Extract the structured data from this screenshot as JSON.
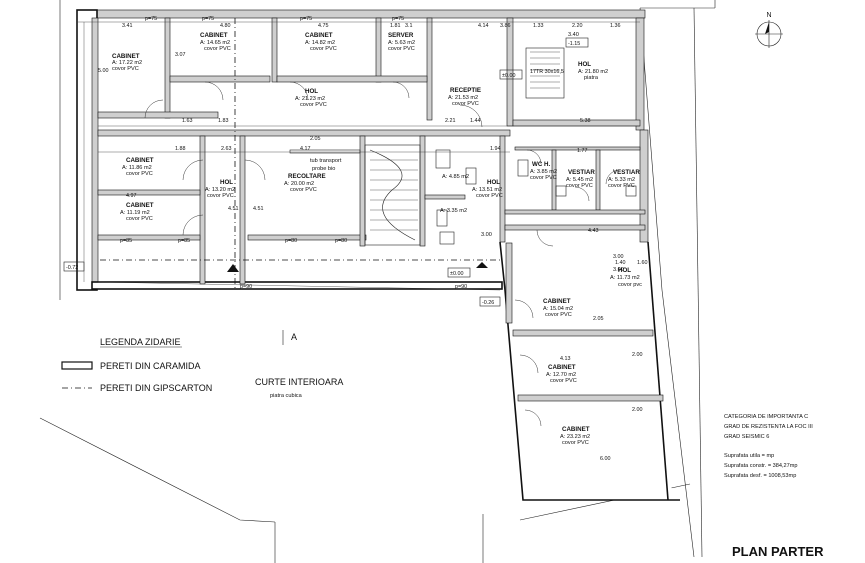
{
  "title": "PLAN PARTER",
  "north_label": "N",
  "section_marker": "A",
  "legend": {
    "heading": "LEGENDA ZIDARIE",
    "items": [
      {
        "label": "PERETI DIN CARAMIDA"
      },
      {
        "label": "PERETI DIN GIPSCARTON"
      }
    ]
  },
  "courtyard": {
    "name": "CURTE INTERIOARA",
    "surface": "piatra cubica"
  },
  "specs": {
    "line1": "CATEGORIA DE IMPORTANTA C",
    "line2": "GRAD DE REZISTENTA LA FOC  III",
    "line3": "GRAD SEISMIC  6",
    "line4": "Suprafata utila =  mp",
    "line5": "Suprafata constr. = 384,27mp",
    "line6": "Suprafata desf. =  1008,53mp"
  },
  "rooms": [
    {
      "name": "CABINET",
      "area": "A: 17.22 m2",
      "floor": "covor PVC"
    },
    {
      "name": "CABINET",
      "area": "A: 14.65 m2",
      "floor": "covor PVC"
    },
    {
      "name": "CABINET",
      "area": "A: 14.82 m2",
      "floor": "covor PVC"
    },
    {
      "name": "SERVER",
      "area": "A: 5.63 m2",
      "floor": "covor PVC"
    },
    {
      "name": "HOL",
      "area": "A: 21.23 m2",
      "floor": "covor PVC"
    },
    {
      "name": "RECEPTIE",
      "area": "A: 21.53 m2",
      "floor": "covor PVC"
    },
    {
      "name": "HOL",
      "area": "A: 21.80 m2",
      "floor": "piatra"
    },
    {
      "name": "CABINET",
      "area": "A: 11.86 m2",
      "floor": "covor PVC"
    },
    {
      "name": "CABINET",
      "area": "A: 11.19 m2",
      "floor": "covor PVC"
    },
    {
      "name": "HOL",
      "area": "A: 13.20 m2",
      "floor": "covor PVC"
    },
    {
      "name": "RECOLTARE",
      "area": "A: 20.00 m2",
      "floor": "covor PVC"
    },
    {
      "name": "HOL",
      "area": "A: 13.51 m2",
      "floor": "covor PVC"
    },
    {
      "name": "WC H.",
      "area": "A: 3.85 m2",
      "floor": "covor PVC"
    },
    {
      "name": "VESTIAR",
      "area": "A: 5.45 m2",
      "floor": "covor PVC"
    },
    {
      "name": "VESTIAR",
      "area": "A: 5.33 m2",
      "floor": "covor PVC"
    },
    {
      "name": "HOL",
      "area": "A: 11.73 m2",
      "floor": "covor pvc"
    },
    {
      "name": "CABINET",
      "area": "A: 15.04 m2",
      "floor": "covor PVC"
    },
    {
      "name": "CABINET",
      "area": "A: 12.70 m2",
      "floor": "covor PVC"
    },
    {
      "name": "CABINET",
      "area": "A: 23.23 m2",
      "floor": "covor PVC"
    }
  ],
  "small_areas": {
    "a": "A: 4.85 m2",
    "b": "A: 3.35 m2"
  },
  "annotations": {
    "tub": "tub transport",
    "probe": "probe bio"
  },
  "levels": {
    "l0": "±0.00",
    "l1": "±0.00",
    "l2": "-0.72",
    "l3": "-0.26",
    "l4": "-1.15",
    "l5": "3.40",
    "l6": "3.00",
    "l7": "3.00"
  },
  "stair_note": "17TR 30x16,5",
  "dims": {
    "d1": "3.41",
    "d2": "p=75",
    "d3": "4.80",
    "d4": "p=75",
    "d5": "4.75",
    "d6": "p=75",
    "d7": "1.81",
    "d8": "3.1",
    "d9": "p=75",
    "d10": "4.14",
    "d11": "3.86",
    "d12": "1.33",
    "d13": "2.20",
    "d14": "1.36",
    "d15": "5.00",
    "d16": "3.07",
    "d17": "1.83",
    "d18": "1.63",
    "d19": "2.21",
    "d20": "1.44",
    "d21": "1.88",
    "d22": "2.63",
    "d23": "2.05",
    "d24": "4.17",
    "d25": "1.94",
    "d26": "5.38",
    "d27": "4.97",
    "d28": "4.51",
    "d29": "4.51",
    "d30": "p=85",
    "d31": "p=85",
    "d32": "p=80",
    "d33": "p=80",
    "d34": "p=90",
    "d35": "p=90",
    "d36": "4.43",
    "d37": "1.40",
    "d38": "1.60",
    "d39": "2.05",
    "d40": "4.13",
    "d41": "2.00",
    "d42": "2.00",
    "d43": "6.00",
    "d44": "3.00",
    "d45": "1.77"
  }
}
